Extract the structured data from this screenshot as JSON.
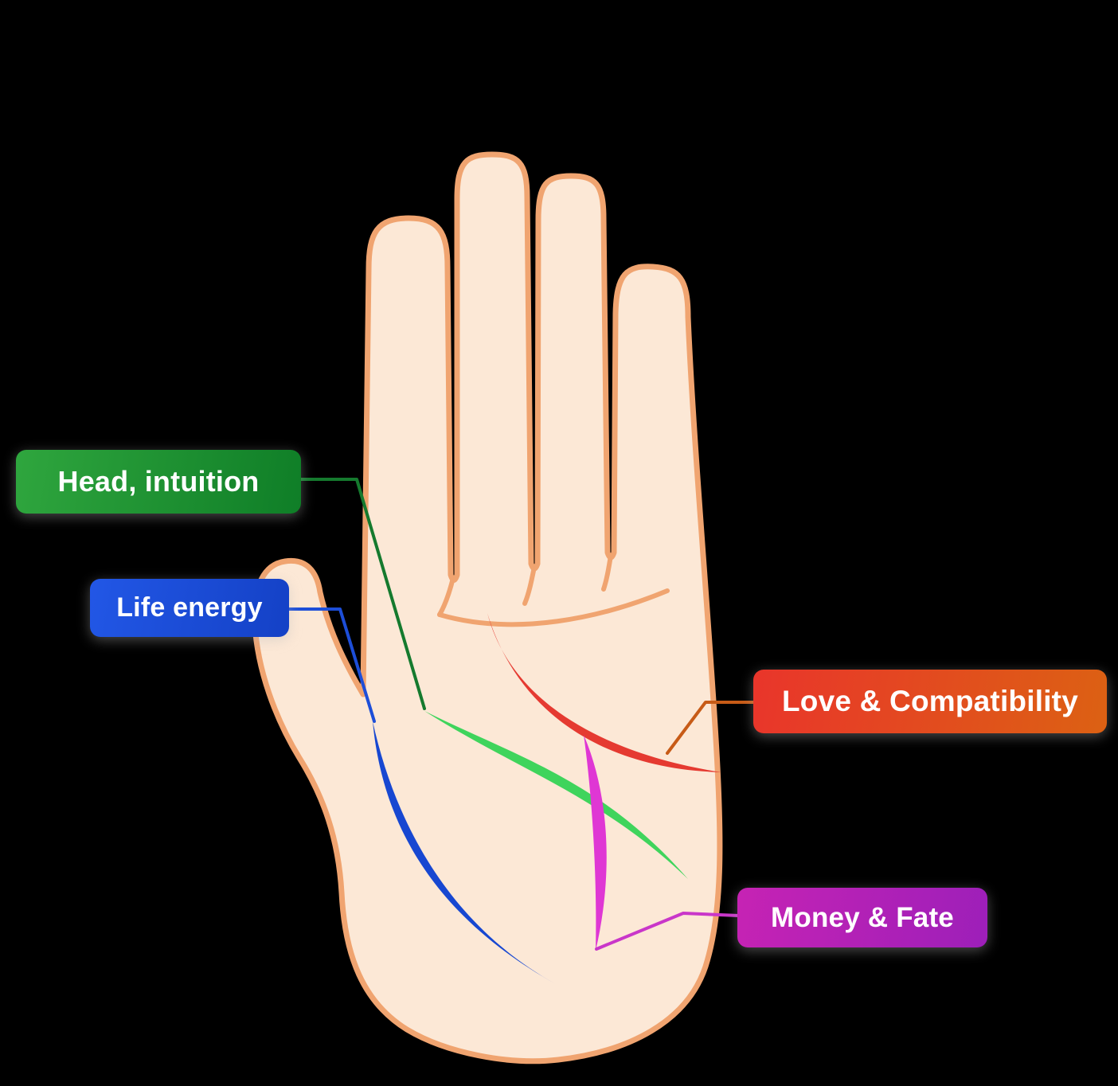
{
  "diagram": {
    "labels": {
      "head": {
        "text": "Head, intuition"
      },
      "life": {
        "text": "Life energy"
      },
      "love": {
        "text": "Love & Compatibility"
      },
      "money": {
        "text": "Money & Fate"
      }
    }
  },
  "colors": {
    "hand_fill": "#FCE8D6",
    "hand_outline": "#F0A470",
    "line_green": "#3FD45C",
    "line_blue": "#1747D1",
    "line_red": "#E53A31",
    "line_magenta": "#DF37D4",
    "conn_green": "#157A2E",
    "conn_blue": "#1D4ED8",
    "conn_red": "#C75B17",
    "conn_magenta": "#C936C9",
    "head_grad_a": "#2FA63E",
    "head_grad_b": "#0F7E27",
    "life_grad_a": "#2257E6",
    "life_grad_b": "#1441C6",
    "love_grad_a": "#E9352B",
    "love_grad_b": "#DC6113",
    "money_grad_a": "#C623B4",
    "money_grad_b": "#9D1FB9"
  }
}
